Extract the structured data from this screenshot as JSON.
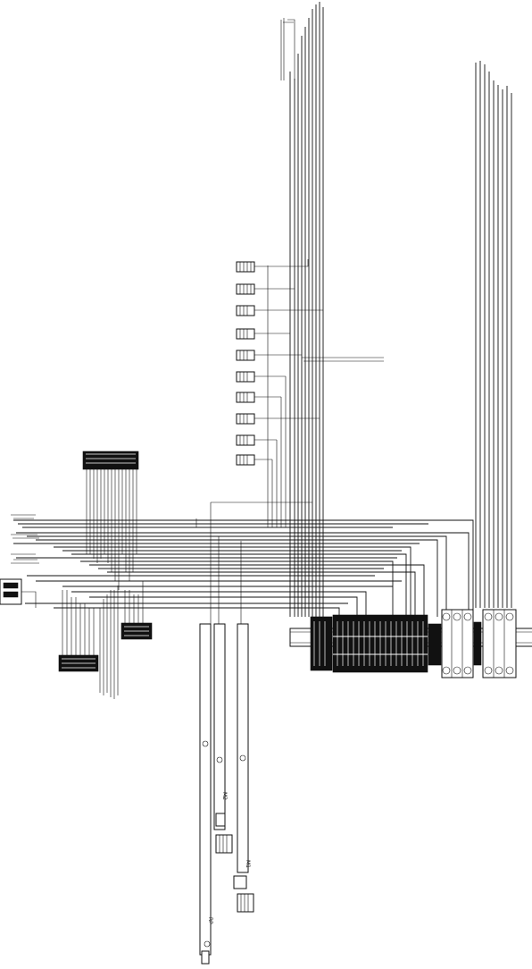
{
  "labels": {
    "motor_1": "M1",
    "motor_2": "M2",
    "rp": "RP"
  },
  "colors": {
    "line": "#111111",
    "background": "#ffffff"
  }
}
